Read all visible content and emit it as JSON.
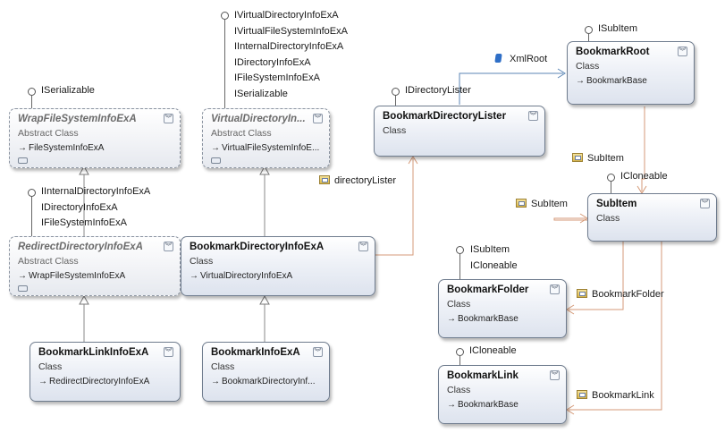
{
  "classes": {
    "wrap_fs": {
      "name": "WrapFileSystemInfoExA",
      "kind": "Abstract Class",
      "base": "FileSystemInfoExA"
    },
    "virtual_dir": {
      "name": "VirtualDirectoryIn...",
      "kind": "Abstract Class",
      "base": "VirtualFileSystemInfoE..."
    },
    "redirect_dir": {
      "name": "RedirectDirectoryInfoExA",
      "kind": "Abstract Class",
      "base": "WrapFileSystemInfoExA"
    },
    "bookmark_dir_lister": {
      "name": "BookmarkDirectoryLister",
      "kind": "Class"
    },
    "bookmark_dir_info": {
      "name": "BookmarkDirectoryInfoExA",
      "kind": "Class",
      "base": "VirtualDirectoryInfoExA"
    },
    "bookmark_link_info": {
      "name": "BookmarkLinkInfoExA",
      "kind": "Class",
      "base": "RedirectDirectoryInfoExA"
    },
    "bookmark_info": {
      "name": "BookmarkInfoExA",
      "kind": "Class",
      "base": "BookmarkDirectoryInf..."
    },
    "bookmark_root": {
      "name": "BookmarkRoot",
      "kind": "Class",
      "base": "BookmarkBase"
    },
    "sub_item": {
      "name": "SubItem",
      "kind": "Class"
    },
    "bookmark_folder": {
      "name": "BookmarkFolder",
      "kind": "Class",
      "base": "BookmarkBase"
    },
    "bookmark_link": {
      "name": "BookmarkLink",
      "kind": "Class",
      "base": "BookmarkBase"
    }
  },
  "interfaces": {
    "wrap_fs": "ISerializable",
    "redirect_dir": [
      "IInternalDirectoryInfoExA",
      "IDirectoryInfoExA",
      "IFileSystemInfoExA"
    ],
    "virtual_dir": [
      "IVirtualDirectoryInfoExA",
      "IVirtualFileSystemInfoExA",
      "IInternalDirectoryInfoExA",
      "IDirectoryInfoExA",
      "IFileSystemInfoExA",
      "ISerializable"
    ],
    "bookmark_dir_lister": "IDirectoryLister",
    "bookmark_root": "ISubItem",
    "sub_item": "ICloneable",
    "bookmark_folder": [
      "ISubItem",
      "ICloneable"
    ],
    "bookmark_link": "ICloneable"
  },
  "associations": {
    "xml_root": "XmlRoot",
    "directory_lister": "directoryLister",
    "sub_item_root": "SubItem",
    "sub_item_self": "SubItem",
    "bookmark_folder": "BookmarkFolder",
    "bookmark_link": "BookmarkLink"
  },
  "colors": {
    "inheritance_line": "#8a8a8a",
    "association_line": "#d59a78",
    "xmlroot_line": "#5b86b5",
    "box_border": "#6f7c8e"
  },
  "icons": {
    "base_arrow": "→",
    "collapse": "chevron-double-down-icon",
    "association": "property-icon",
    "xml_attribute": "diamond-icon"
  }
}
